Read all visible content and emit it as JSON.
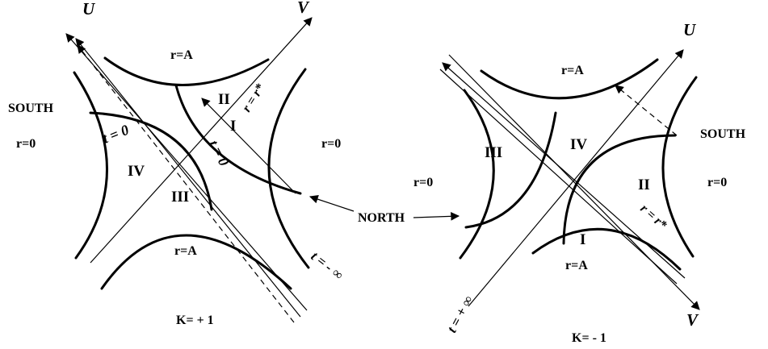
{
  "left": {
    "axis_u": "U",
    "axis_v": "V",
    "south": "SOUTH",
    "r_zero_left": "r=0",
    "r_zero_right": "r=0",
    "r_a_top": "r=A",
    "r_a_bottom": "r=A",
    "region_1": "I",
    "region_2": "II",
    "region_3": "III",
    "region_4": "IV",
    "t_zero_a": "t = 0",
    "t_zero_b": "t = 0",
    "r_star": "r = r*",
    "t_minus_inf": "t = - ∞",
    "caption": "K= + 1"
  },
  "right": {
    "axis_u": "U",
    "axis_v": "V",
    "south": "SOUTH",
    "r_zero_left": "r=0",
    "r_zero_right": "r=0",
    "r_a_top": "r=A",
    "r_a_bottom": "r=A",
    "region_1": "I",
    "region_2": "II",
    "region_3": "III",
    "region_4": "IV",
    "r_star": "r = r*",
    "t_plus_inf": "t = + ∞",
    "caption": "K= - 1"
  },
  "north": "NORTH"
}
